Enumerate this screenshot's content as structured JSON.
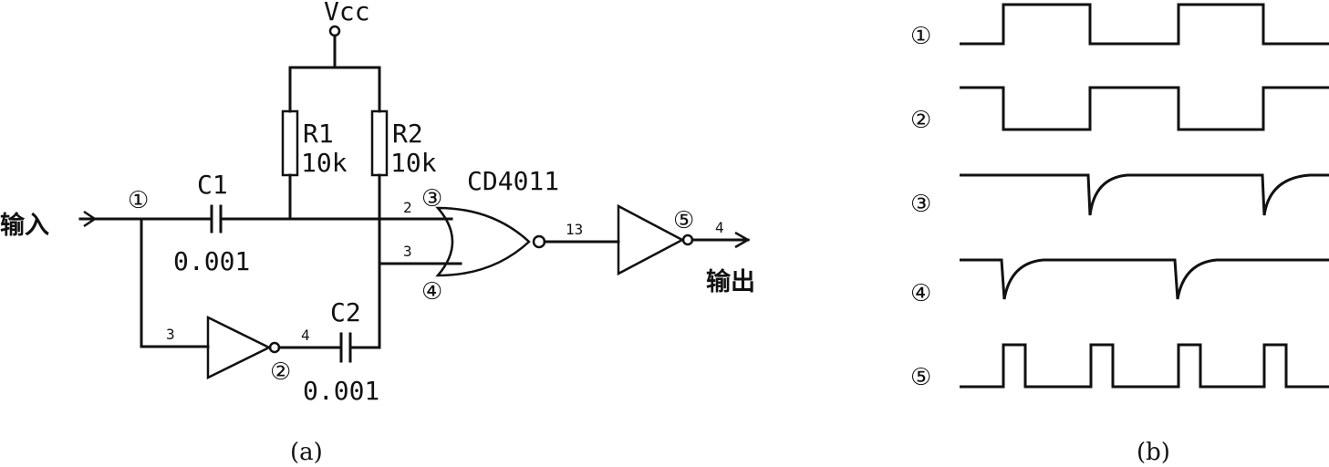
{
  "circuit": {
    "vcc_label": "Vcc",
    "r1_name": "R1",
    "r1_value": "10k",
    "r2_name": "R2",
    "r2_value": "10k",
    "c1_name": "C1",
    "c1_value": "0.001",
    "c2_name": "C2",
    "c2_value": "0.001",
    "ic_label": "CD4011",
    "input_label": "输入",
    "output_label": "输出",
    "pins": {
      "gate_in_a": "2",
      "gate_in_b": "3",
      "gate_out": "13",
      "inv1_in": "3",
      "inv1_out": "4",
      "inv2_out": "4"
    },
    "nodes": [
      "①",
      "②",
      "③",
      "④",
      "⑤"
    ]
  },
  "captions": {
    "left": "(a)",
    "right": "(b)"
  },
  "waveforms": {
    "labels": [
      "①",
      "②",
      "③",
      "④",
      "⑤"
    ]
  }
}
